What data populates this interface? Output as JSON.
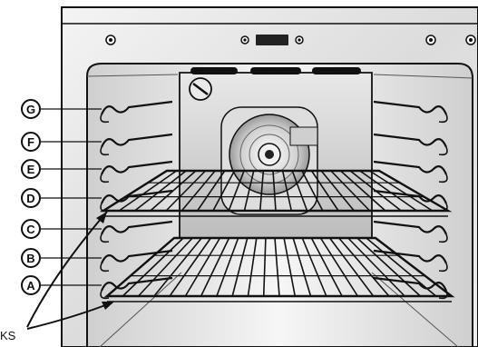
{
  "image_kind": "oven interior line illustration",
  "rack_positions": [
    {
      "letter": "G"
    },
    {
      "letter": "F"
    },
    {
      "letter": "E"
    },
    {
      "letter": "D"
    },
    {
      "letter": "C"
    },
    {
      "letter": "B"
    },
    {
      "letter": "A"
    }
  ],
  "callout_text": "KS",
  "callout_note": "label partially cut off at left edge",
  "colors": {
    "line": "#111111",
    "panel": "#f2f2f2",
    "shade": "#d4d4d4",
    "dark": "#555555"
  },
  "icons": [
    "screw-icon",
    "display-slot-icon",
    "convection-fan-icon",
    "oven-light-icon"
  ]
}
